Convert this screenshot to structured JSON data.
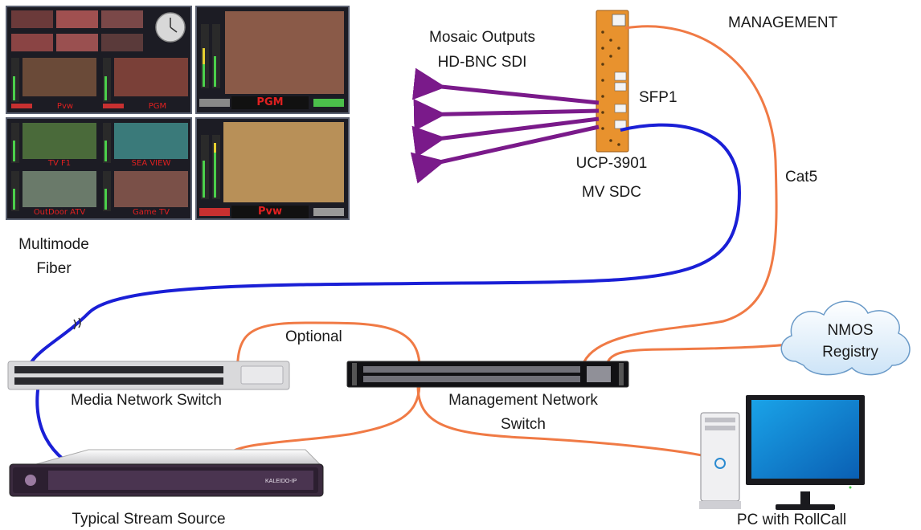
{
  "labels": {
    "management": "MANAGEMENT",
    "mosaic_line1": "Mosaic Outputs",
    "mosaic_line2": "HD-BNC SDI",
    "sfp1": "SFP1",
    "ucp_line1": "UCP-3901",
    "ucp_line2": "MV SDC",
    "cat5": "Cat5",
    "multimode_line1": "Multimode",
    "multimode_line2": "Fiber",
    "optional": "Optional",
    "nmos_line1": "NMOS",
    "nmos_line2": "Registry",
    "media_switch": "Media Network Switch",
    "mgmt_switch_line1": "Management Network",
    "mgmt_switch_line2": "Switch",
    "stream_source": "Typical Stream Source",
    "pc": "PC with RollCall"
  },
  "multiviewer": {
    "tiles_top": [
      "Pvw",
      "PGM"
    ],
    "big_top": "PGM",
    "tiles_bottom": [
      "TV F1",
      "SEA VIEW",
      "OutDoor ATV",
      "Game TV"
    ],
    "big_bottom": "Pvw"
  },
  "device_text": {
    "kaleido": "KALEIDO-IP"
  },
  "colors": {
    "fiber": "#1a1fd6",
    "copper": "#f07a45",
    "sdi": "#7a1a8a",
    "card": "#e8922e"
  }
}
